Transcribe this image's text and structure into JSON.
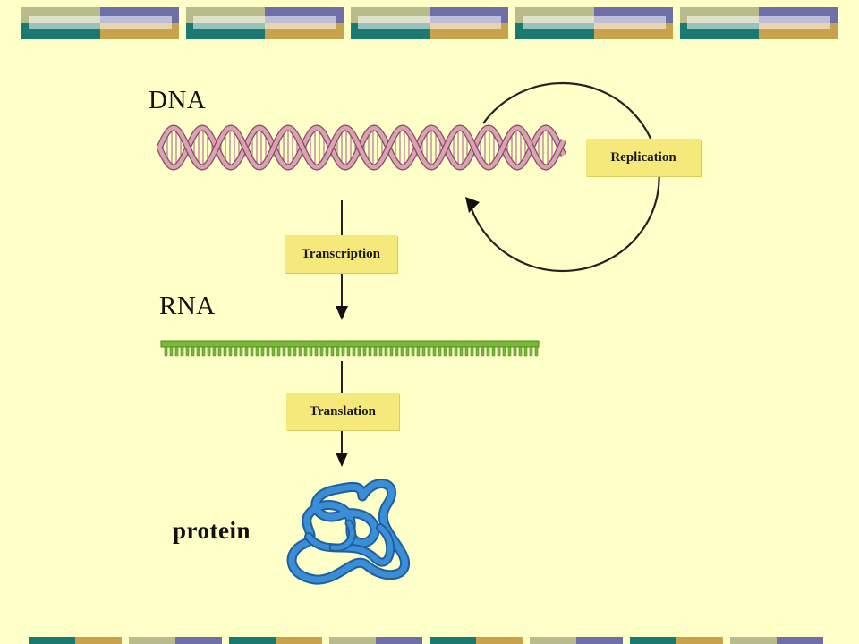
{
  "slide": {
    "labels": {
      "dna": "DNA",
      "rna": "RNA",
      "protein": "protein"
    },
    "processes": {
      "replication": "Replication",
      "transcription": "Transcription",
      "translation": "Translation"
    }
  },
  "colors": {
    "background": "#ffffc8",
    "band_teal": "#1a7a70",
    "band_purple": "#6f6fa8",
    "band_gold": "#c8a24c",
    "band_sage": "#b8bc8c",
    "dna_helix": "#d9a3b4",
    "rna_strand": "#7ab83a",
    "protein": "#2f7fc8",
    "label_box": "#f5e97c"
  }
}
